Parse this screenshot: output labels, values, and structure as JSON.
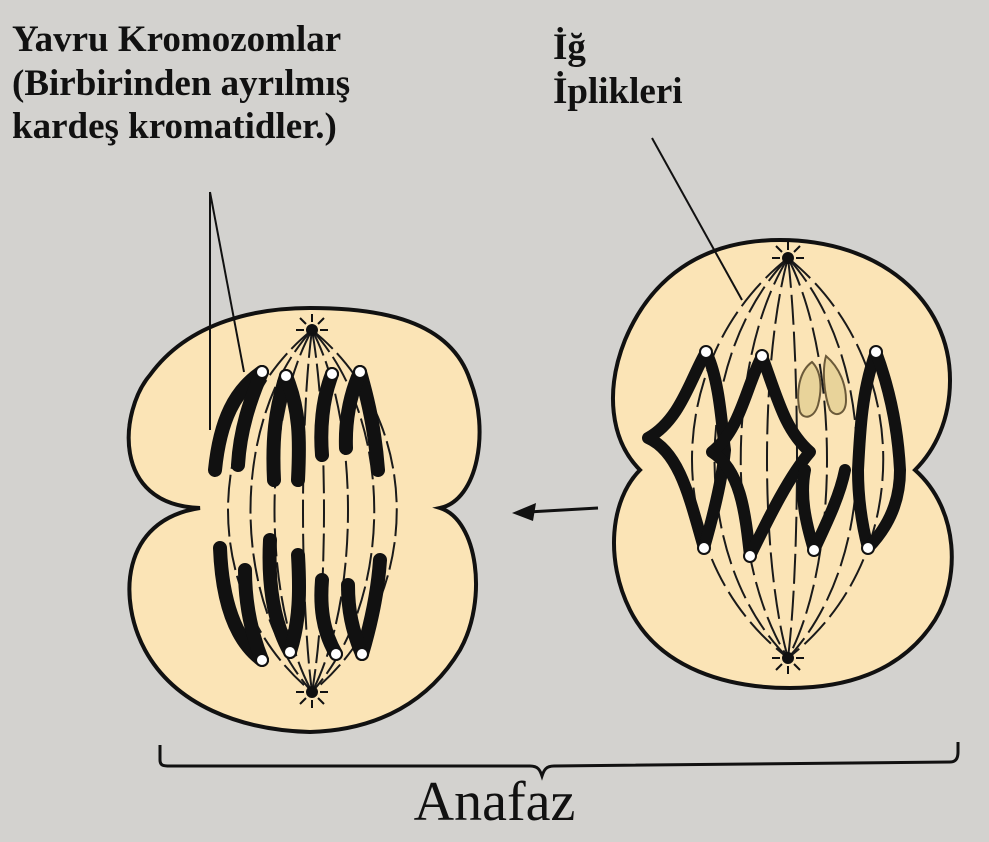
{
  "labels": {
    "daughter_chromosomes": {
      "line1": "Yavru Kromozomlar",
      "line2": "(Birbirinden ayrılmış",
      "line3": "kardeş kromatidler.)"
    },
    "spindle_fibers": {
      "line1": "İğ",
      "line2": "İplikleri"
    }
  },
  "stage_title": "Anafaz",
  "colors": {
    "background": "#d3d2cf",
    "cytoplasm": "#fbe4b6",
    "chromosome": "#111111",
    "line": "#1a1a1a"
  },
  "arrow_direction": "left"
}
